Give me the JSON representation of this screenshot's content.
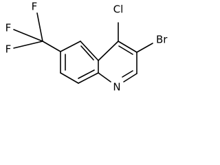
{
  "molecule": {
    "atoms": {
      "chlorine": "Cl",
      "bromine": "Br",
      "nitrogen": "N",
      "fluorine_top": "F",
      "fluorine_left": "F",
      "fluorine_bottom": "F"
    },
    "colors": {
      "bond": "#000000",
      "label": "#000000",
      "background": "#ffffff"
    }
  }
}
